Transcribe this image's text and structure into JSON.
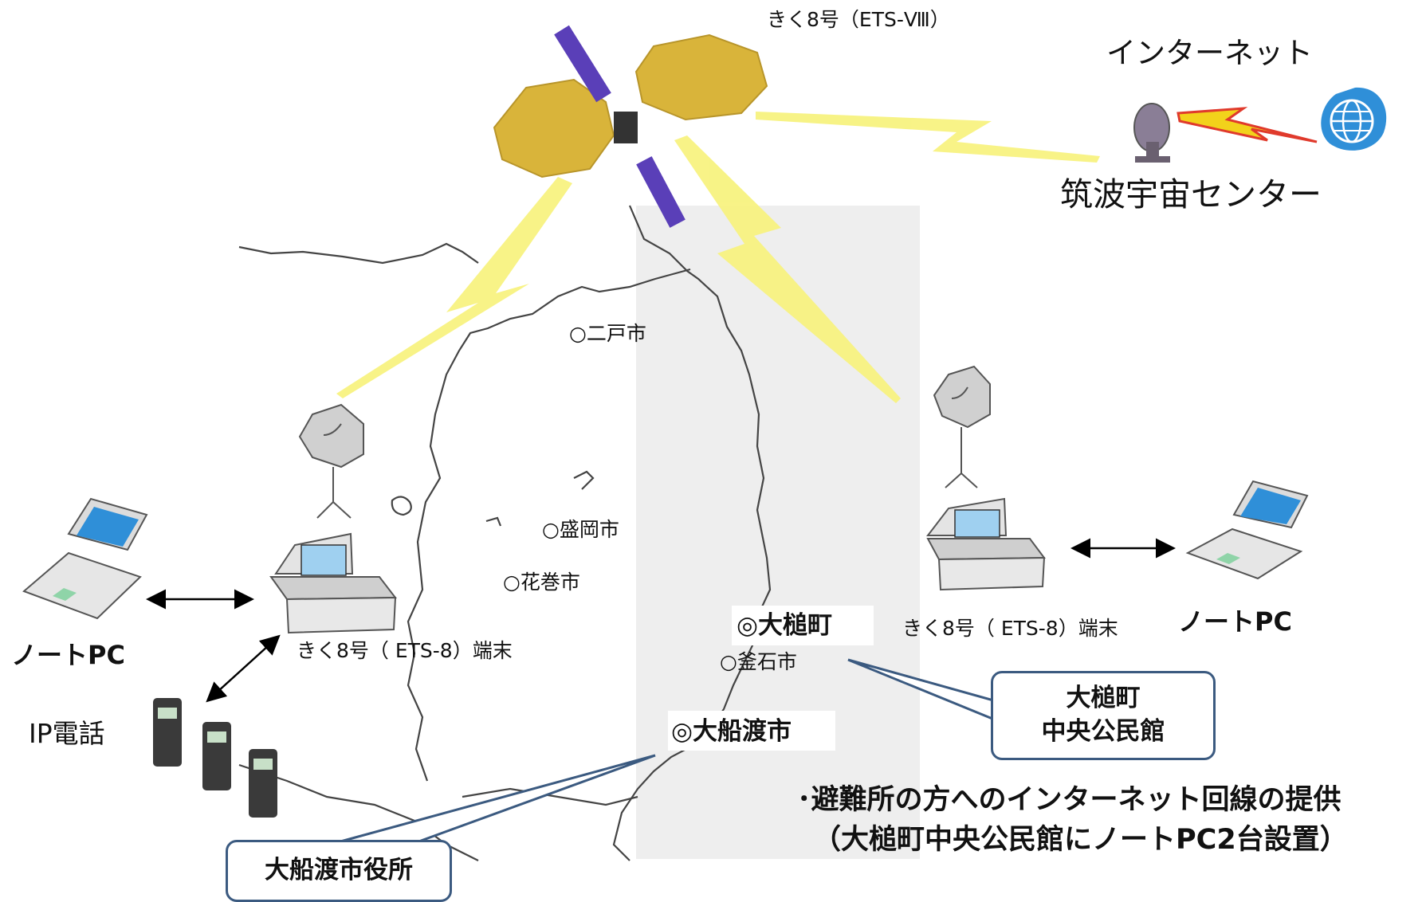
{
  "satellite": {
    "name": "きく8号（ETS-Ⅷ）"
  },
  "internet": {
    "label": "インターネット"
  },
  "ground_station": {
    "label": "筑波宇宙センター"
  },
  "cities": {
    "ninohe": "○二戸市",
    "morioka": "○盛岡市",
    "hanamaki": "○花巻市",
    "kamaishi": "○釜石市",
    "otsuchi": "◎大槌町",
    "ofunato": "◎大船渡市"
  },
  "terminals": {
    "left": "きく8号（ ETS-8）端末",
    "right": "きく8号（ ETS-8）端末"
  },
  "devices": {
    "notepc_left": "ノートPC",
    "notepc_right": "ノートPC",
    "ip_phone": "IP電話"
  },
  "callouts": {
    "otsuchi_line1": "大槌町",
    "otsuchi_line2": "中央公民館",
    "ofunato": "大船渡市役所"
  },
  "notes": {
    "bullet": "･避難所の方へのインターネット回線の提供",
    "detail": "（大槌町中央公民館にノートPC2台設置）"
  },
  "colors": {
    "beam": "#f7f27a",
    "solar_panel": "#d9b43a",
    "antenna_bar": "#5a3fb8",
    "callout_border": "#3b5a80",
    "globe": "#2f8fd8",
    "map_line": "#444444",
    "shade": "#eeeeee"
  }
}
